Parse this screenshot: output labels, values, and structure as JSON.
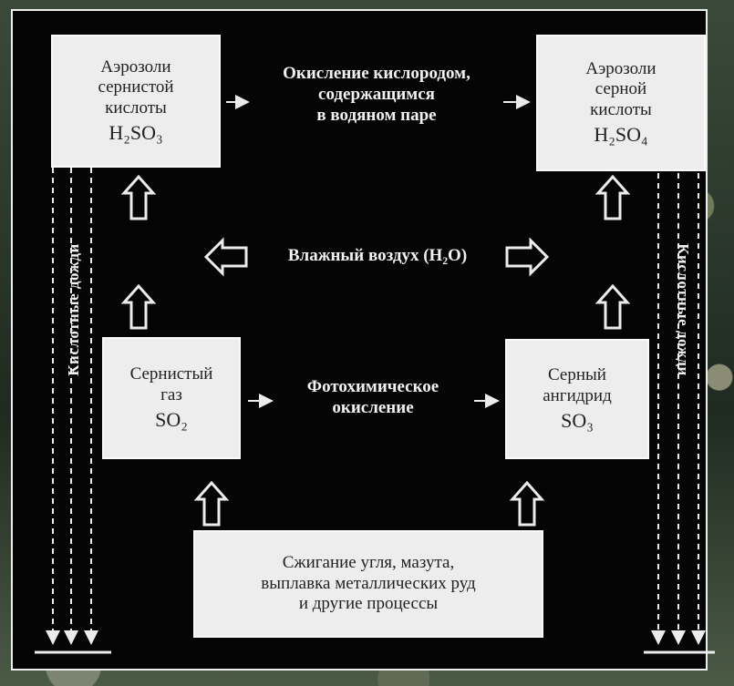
{
  "boxes": {
    "h2so3": {
      "lines": [
        "Аэрозоли",
        "сернистой",
        "кислоты"
      ],
      "formula": "H₂SO₃"
    },
    "h2so4": {
      "lines": [
        "Аэрозоли",
        "серной",
        "кислоты"
      ],
      "formula": "H₂SO₄"
    },
    "so2": {
      "lines": [
        "Сернистый",
        "газ"
      ],
      "formula": "SO₂"
    },
    "so3": {
      "lines": [
        "Серный",
        "ангидрид"
      ],
      "formula": "SO₃"
    },
    "sources": {
      "lines": [
        "Сжигание угля, мазута,",
        "выплавка металлических руд",
        "и другие процессы"
      ]
    }
  },
  "labels": {
    "top_oxidation": [
      "Окисление кислородом,",
      "содержащимся",
      "в водяном паре"
    ],
    "humid_air": "Влажный воздух (H₂O)",
    "photochemical": [
      "Фотохимическое",
      "окисление"
    ]
  },
  "side": {
    "left": "Кислотные дожди",
    "right": "Кислотные дожди"
  },
  "colors": {
    "panel": "#050505",
    "box_fill": "#ededed",
    "arrow": "#ececec",
    "text_light": "#f2f2f2"
  }
}
